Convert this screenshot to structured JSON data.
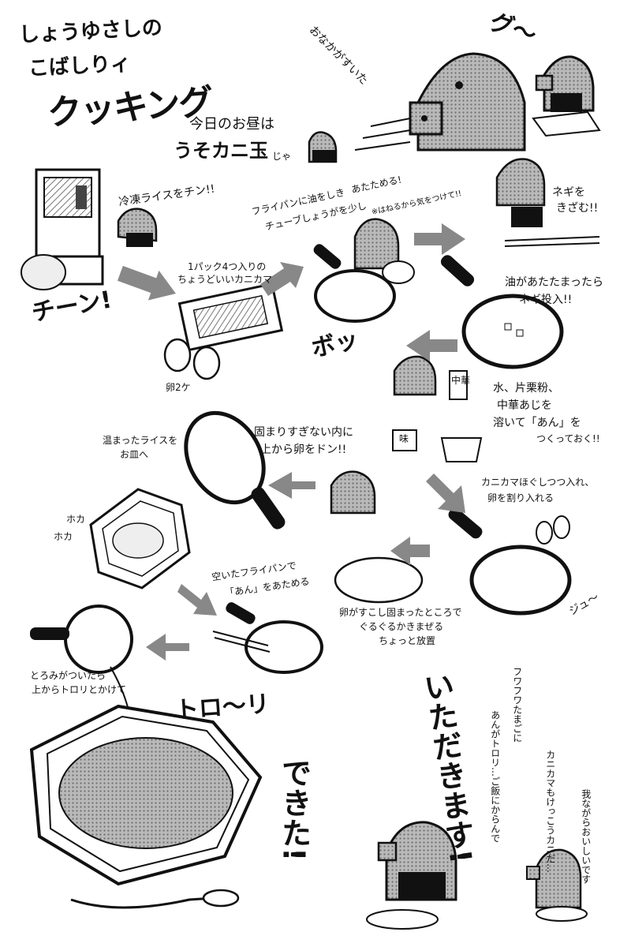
{
  "title": {
    "line1": "しょうゆさしの",
    "line2": "こばしりィ",
    "line3": "クッキング"
  },
  "subtitle": {
    "line1": "今日のお昼は",
    "line2": "うそカニ玉",
    "suffix": "じゃ"
  },
  "sfx": {
    "hungry": "おなかがすいた",
    "growl": "グ〜",
    "chin": "チーン!",
    "bo": "ボッ",
    "hoka1": "ホカ",
    "hoka2": "ホカ",
    "toro": "トロ〜リ",
    "ju": "ジュ〜"
  },
  "steps": [
    {
      "id": "microwave",
      "text": "冷凍ライスをチン!!"
    },
    {
      "id": "kanikama",
      "text1": "1パック4つ入りの",
      "text2": "ちょうどいいカニカマ"
    },
    {
      "id": "eggs",
      "text": "卵2ケ"
    },
    {
      "id": "oil",
      "text1": "フライパンに油をしき",
      "text2": "チューブしょうがを少し",
      "text3": "あたためる!",
      "note": "※はねるから気をつけて!!"
    },
    {
      "id": "negi-cut",
      "text1": "ネギを",
      "text2": "きざむ!!"
    },
    {
      "id": "negi-in",
      "text1": "油があたたまったら",
      "text2": "ネギ投入!!"
    },
    {
      "id": "an-prep",
      "text1": "水、片栗粉、",
      "text2": "中華あじを",
      "text3": "溶いて「あん」を",
      "text4": "つくっておく!!"
    },
    {
      "id": "egg-in",
      "text1": "カニカマほぐしつつ入れ、",
      "text2": "卵を割り入れる"
    },
    {
      "id": "stir",
      "text1": "卵がすこし固まったところで",
      "text2": "ぐるぐるかきまぜる",
      "text3": "ちょっと放置"
    },
    {
      "id": "onto-rice",
      "text1": "固まりすぎない内に",
      "text2": "上から卵をドン!!"
    },
    {
      "id": "rice-plate",
      "text1": "温まったライスを",
      "text2": "お皿へ"
    },
    {
      "id": "an-heat",
      "text1": "空いたフライパンで",
      "text2": "「あん」をあためる"
    },
    {
      "id": "pour",
      "text1": "とろみがついたら",
      "text2": "上からトロリとかけて"
    }
  ],
  "labels": {
    "spice": "中華",
    "cup": "味"
  },
  "ending": {
    "dekita": "できた!",
    "itadakimasu": "いただきます!",
    "comment1": "フワフワたまごに",
    "comment2": "あんがトロリ…ご飯にからんで",
    "comment3": "カニカマもけっこうカニだ…",
    "comment4": "我ながらおいしいです"
  }
}
